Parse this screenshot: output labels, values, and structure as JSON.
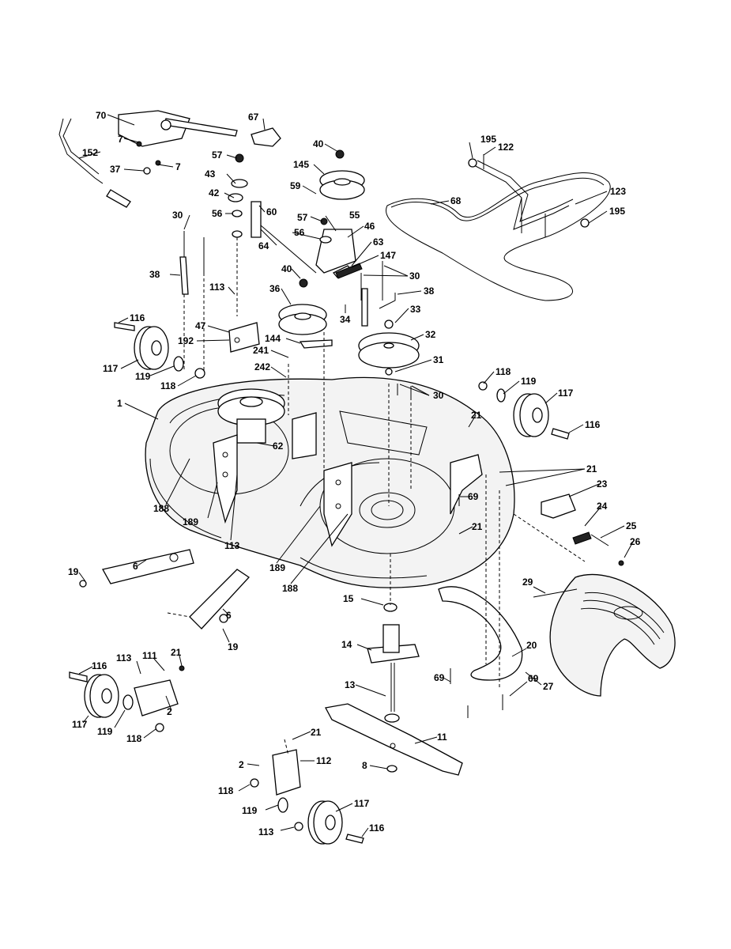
{
  "labels": {
    "p70": "70",
    "p67": "67",
    "p7a": "7",
    "p7b": "7",
    "p152": "152",
    "p37": "37",
    "p57a": "57",
    "p43": "43",
    "p42": "42",
    "p56a": "56",
    "p60": "60",
    "p40a": "40",
    "p145": "145",
    "p59": "59",
    "p57b": "57",
    "p55": "55",
    "p56b": "56",
    "p46": "46",
    "p63": "63",
    "p64": "64",
    "p147": "147",
    "p195a": "195",
    "p122": "122",
    "p68": "68",
    "p123": "123",
    "p195b": "195",
    "p30a": "30",
    "p38a": "38",
    "p40b": "40",
    "p30b": "30",
    "p38b": "38",
    "p36": "36",
    "p113a": "113",
    "p34": "34",
    "p33": "33",
    "p116a": "116",
    "p47": "47",
    "p144": "144",
    "p32": "32",
    "p192": "192",
    "p241": "241",
    "p117a": "117",
    "p119a": "119",
    "p118a": "118",
    "p242": "242",
    "p31": "31",
    "p30c": "30",
    "p118b": "118",
    "p119b": "119",
    "p117b": "117",
    "p116b": "116",
    "p1": "1",
    "p21a": "21",
    "p62": "62",
    "p21b": "21",
    "p23": "23",
    "p188a": "188",
    "p69a": "69",
    "p189a": "189",
    "p113b": "113",
    "p24": "24",
    "p21c": "21",
    "p25": "25",
    "p26": "26",
    "p19a": "19",
    "p6a": "6",
    "p189b": "189",
    "p188b": "188",
    "p29": "29",
    "p15": "15",
    "p6b": "6",
    "p19b": "19",
    "p14": "14",
    "p20": "20",
    "p116c": "116",
    "p113c": "113",
    "p111": "111",
    "p21d": "21",
    "p69b": "69",
    "p69c": "69",
    "p27": "27",
    "p13": "13",
    "p2a": "2",
    "p117c": "117",
    "p119c": "119",
    "p118c": "118",
    "p11": "11",
    "p21e": "21",
    "p2b": "2",
    "p112": "112",
    "p8": "8",
    "p118d": "118",
    "p117d": "117",
    "p119d": "119",
    "p113d": "113",
    "p116d": "116"
  }
}
